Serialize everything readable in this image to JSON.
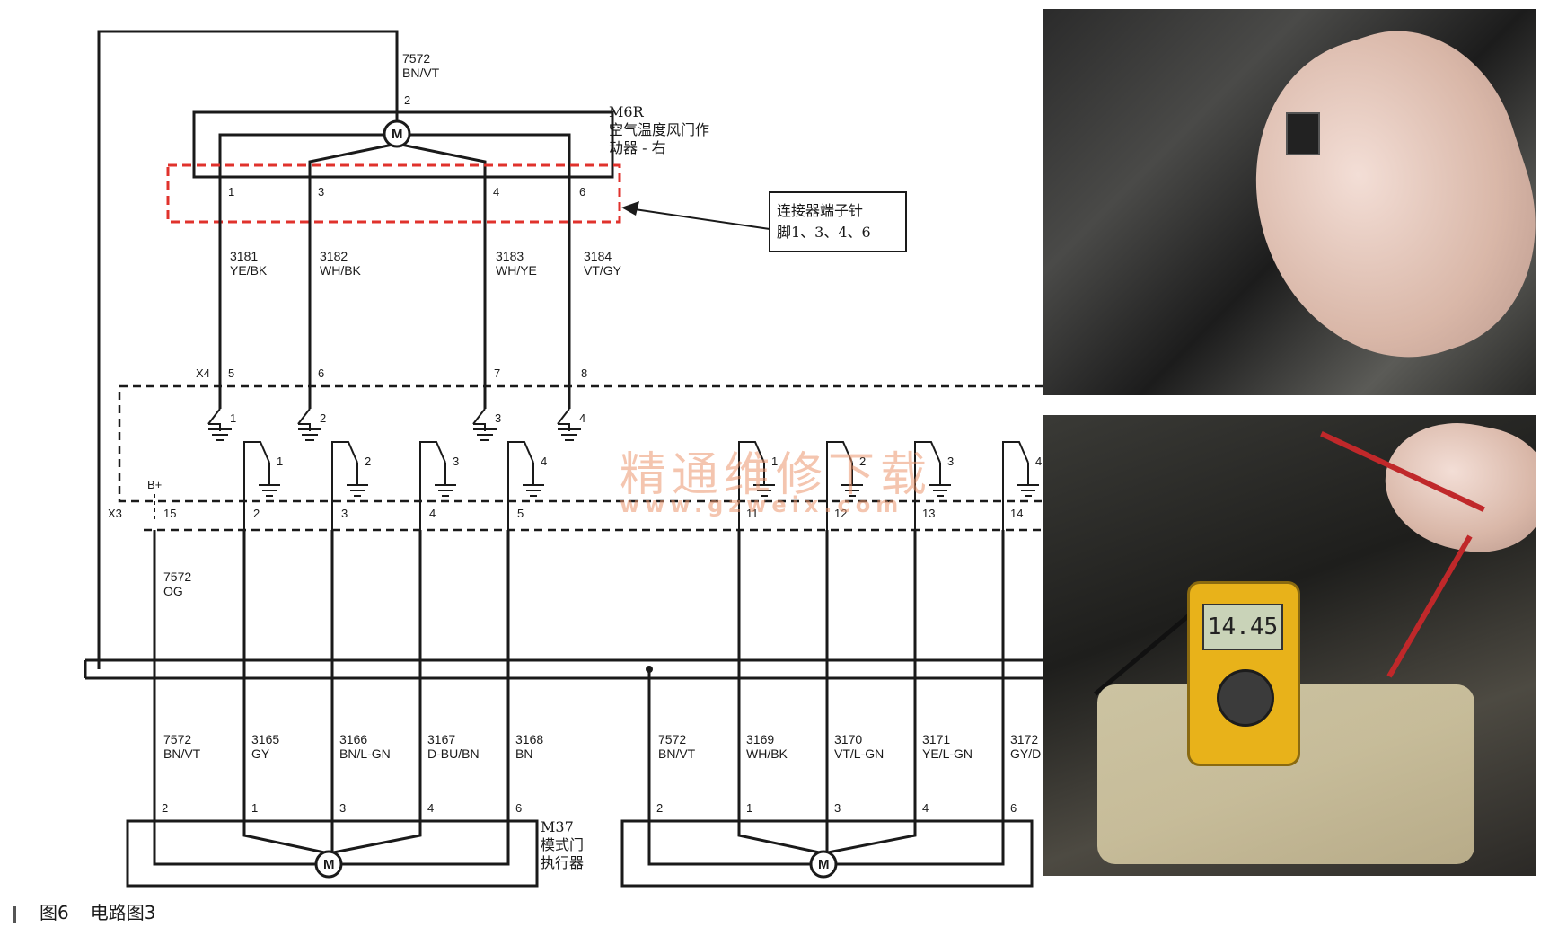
{
  "top_actuator": {
    "id": "M6R",
    "name_line1": "空气温度风门作",
    "name_line2": "动器 - 右",
    "motor": "M",
    "feed_wire_num": "7572",
    "feed_wire_color": "BN/VT",
    "feed_pin": "2",
    "pins": [
      "1",
      "3",
      "4",
      "6"
    ]
  },
  "callout": {
    "line1": "连接器端子针",
    "line2": "脚1、3、4、6"
  },
  "top_wires": [
    {
      "num": "3181",
      "color": "YE/BK"
    },
    {
      "num": "3182",
      "color": "WH/BK"
    },
    {
      "num": "3183",
      "color": "WH/YE"
    },
    {
      "num": "3184",
      "color": "VT/GY"
    }
  ],
  "module": {
    "x4_label": "X4",
    "x4_pins": [
      "5",
      "6",
      "7",
      "8"
    ],
    "upper_switches": [
      "1",
      "2",
      "3",
      "4"
    ],
    "lower_switches": [
      "1",
      "2",
      "3",
      "4",
      "1",
      "2",
      "3",
      "4"
    ],
    "bplus": "B+",
    "x3_label": "X3",
    "x3_pins": [
      "15",
      "2",
      "3",
      "4",
      "5",
      "11",
      "12",
      "13",
      "14"
    ]
  },
  "og_wire": {
    "num": "7572",
    "color": "OG"
  },
  "bottom_wires_left": [
    {
      "num": "7572",
      "color": "BN/VT"
    },
    {
      "num": "3165",
      "color": "GY"
    },
    {
      "num": "3166",
      "color": "BN/L-GN"
    },
    {
      "num": "3167",
      "color": "D-BU/BN"
    },
    {
      "num": "3168",
      "color": "BN"
    }
  ],
  "bottom_wires_right": [
    {
      "num": "7572",
      "color": "BN/VT"
    },
    {
      "num": "3169",
      "color": "WH/BK"
    },
    {
      "num": "3170",
      "color": "VT/L-GN"
    },
    {
      "num": "3171",
      "color": "YE/L-GN"
    },
    {
      "num": "3172",
      "color": "GY/D"
    }
  ],
  "left_actuator": {
    "id": "M37",
    "name_line1": "模式门",
    "name_line2": "执行器",
    "motor": "M",
    "pins": [
      "2",
      "1",
      "3",
      "4",
      "6"
    ]
  },
  "right_actuator": {
    "motor": "M",
    "pins": [
      "2",
      "1",
      "3",
      "4",
      "6"
    ]
  },
  "meter_reading": "14.45",
  "watermark": {
    "text": "精通维修下载",
    "url": "www.gzweix.com"
  },
  "caption": {
    "figure": "图6",
    "title": "电路图3"
  },
  "colors": {
    "callout_box": "#e0322c",
    "meter_body": "#e8b21a"
  }
}
